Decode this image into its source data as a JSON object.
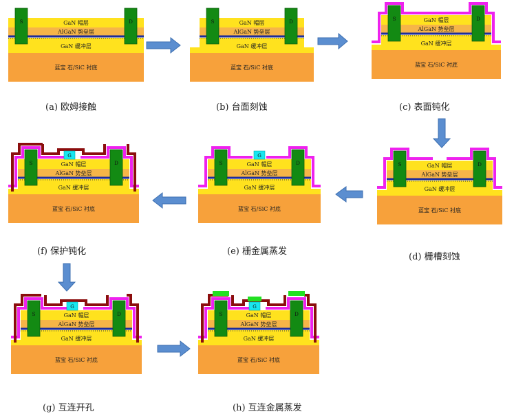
{
  "layer_labels": {
    "cap": "GaN 帽层",
    "barrier": "AlGaN 势垒层",
    "buffer": "GaN 缓冲层",
    "substrate": "蓝宝 石/SiC 衬底",
    "source": "S",
    "drain": "D",
    "gate": "G"
  },
  "captions": {
    "a": "(a) 欧姆接触",
    "b": "(b) 台面刻蚀",
    "c": "(c) 表面钝化",
    "d": "(d) 栅槽刻蚀",
    "e": "(e) 栅金属蒸发",
    "f": "(f) 保护钝化",
    "g": "(g) 互连开孔",
    "h": "(h) 互连金属蒸发"
  },
  "colors": {
    "cap": "#FFE21E",
    "barrier": "#F6B548",
    "buffer": "#FFE21E",
    "substrate": "#F7A13B",
    "channel": "#1C2C9A",
    "contact": "#138A13",
    "passivation1": "#EE22EE",
    "passivation2": "#8B0D0D",
    "gate": "#18E6F0",
    "interconnect": "#22E022",
    "arrow": "#5B8ED0"
  }
}
